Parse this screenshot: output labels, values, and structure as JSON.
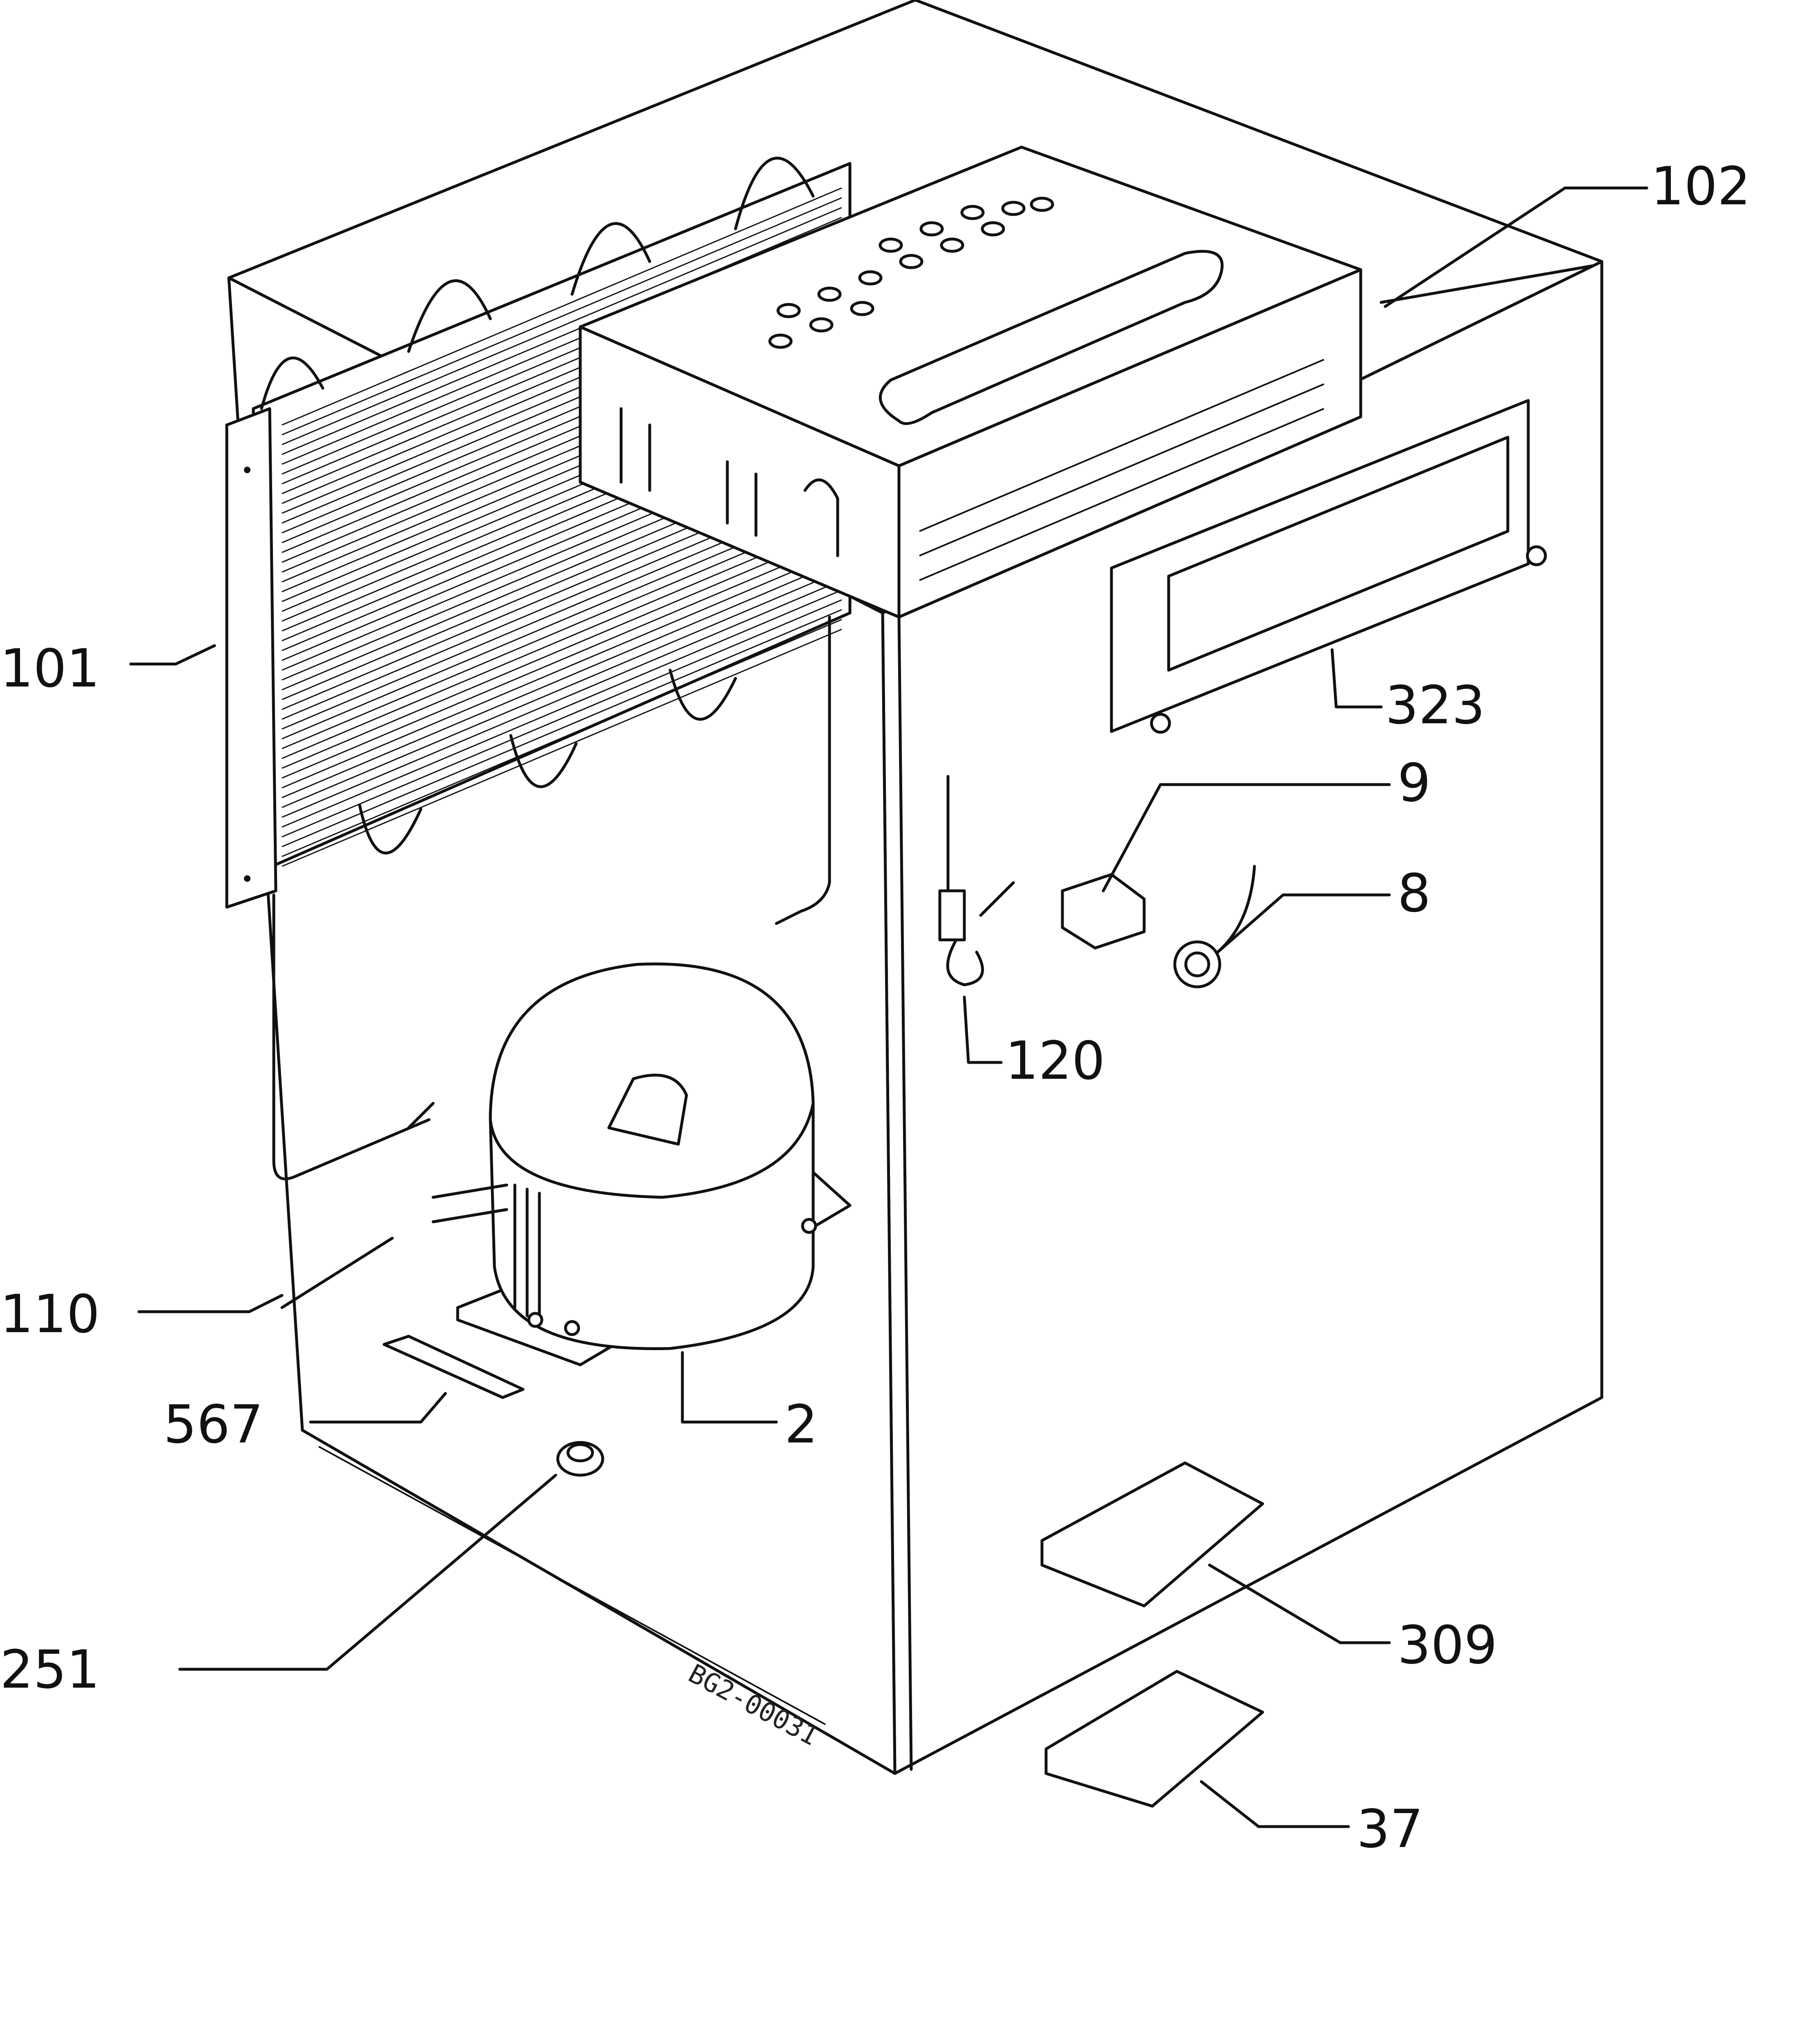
{
  "drawing_code": "BG2-00031",
  "callouts": [
    {
      "id": "101",
      "label": "101"
    },
    {
      "id": "102",
      "label": "102"
    },
    {
      "id": "323",
      "label": "323"
    },
    {
      "id": "9",
      "label": "9"
    },
    {
      "id": "8",
      "label": "8"
    },
    {
      "id": "120",
      "label": "120"
    },
    {
      "id": "110",
      "label": "110"
    },
    {
      "id": "567",
      "label": "567"
    },
    {
      "id": "2",
      "label": "2"
    },
    {
      "id": "251",
      "label": "251"
    },
    {
      "id": "309",
      "label": "309"
    },
    {
      "id": "37",
      "label": "37"
    }
  ]
}
